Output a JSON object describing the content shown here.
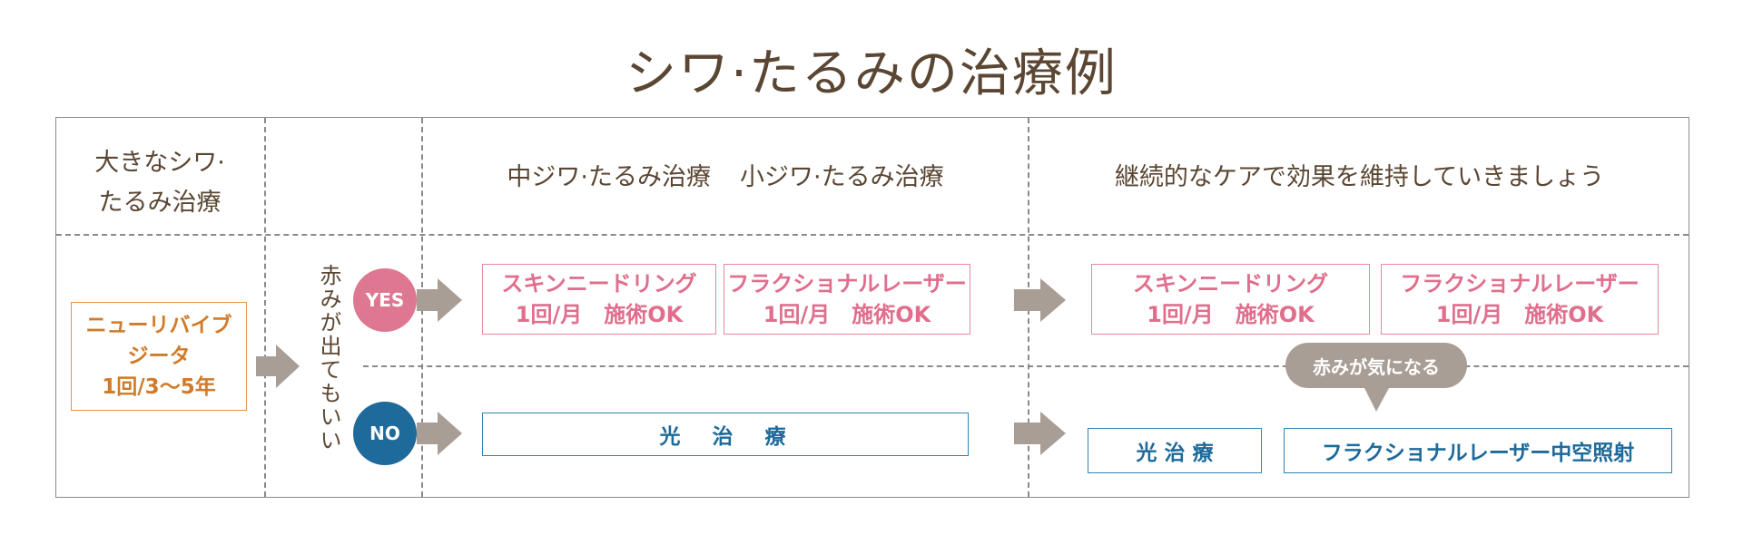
{
  "title": "シワ·たるみの治療例",
  "headers": {
    "left_line1": "大きなシワ·",
    "left_line2": "たるみ治療",
    "middle_group1": "中ジワ·たるみ治療",
    "middle_group2": "小ジワ·たるみ治療",
    "right": "継続的なケアで効果を維持していきましょう"
  },
  "start": {
    "line1": "ニューリバイブ",
    "line2": "ジータ",
    "line3": "1回/3〜5年"
  },
  "question": "赤みが出てもいい",
  "yes_label": "YES",
  "no_label": "NO",
  "yes_branch": {
    "step1": [
      {
        "name": "スキンニードリング",
        "detail": "1回/月　施術OK"
      },
      {
        "name": "フラクショナルレーザー",
        "detail": "1回/月　施術OK"
      }
    ],
    "step2": [
      {
        "name": "スキンニードリング",
        "detail": "1回/月　施術OK"
      },
      {
        "name": "フラクショナルレーザー",
        "detail": "1回/月　施術OK"
      }
    ]
  },
  "redness_note": "赤みが気になる",
  "no_branch": {
    "step1": "光　治　療",
    "step2": [
      "光 治 療",
      "フラクショナルレーザー中空照射"
    ]
  },
  "colors": {
    "title_brown": "#5a4632",
    "pink": "#e06e8c",
    "blue": "#1e6a9a",
    "orange": "#d07b2a",
    "arrow_gray": "#a99e96"
  }
}
